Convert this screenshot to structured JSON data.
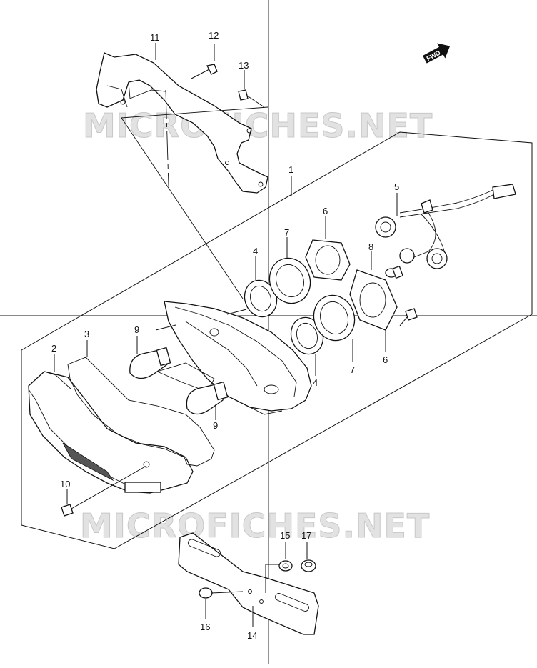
{
  "watermark": "MICROFICHES.NET",
  "fwd_badge": "FWD",
  "labels": {
    "n1": "1",
    "n2": "2",
    "n3": "3",
    "n4a": "4",
    "n4b": "4",
    "n5": "5",
    "n6a": "6",
    "n6b": "6",
    "n7a": "7",
    "n7b": "7",
    "n8": "8",
    "n9a": "9",
    "n9b": "9",
    "n10": "10",
    "n11": "11",
    "n12": "12",
    "n13": "13",
    "n14": "14",
    "n15": "15",
    "n16": "16",
    "n17": "17"
  }
}
